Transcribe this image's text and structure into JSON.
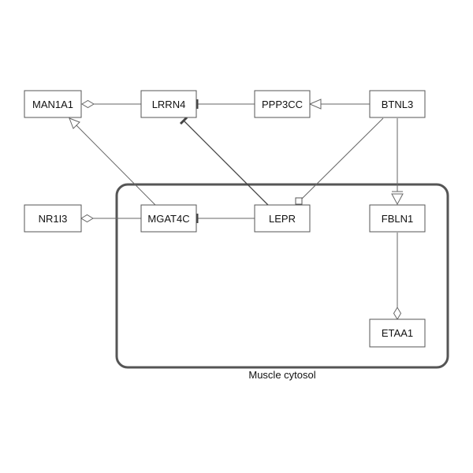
{
  "compartment": {
    "label": "Muscle cytosol"
  },
  "nodes": {
    "man1a1": "MAN1A1",
    "lrrn4": "LRRN4",
    "ppp3cc": "PPP3CC",
    "btnl3": "BTNL3",
    "nr1i3": "NR1I3",
    "mgat4c": "MGAT4C",
    "lepr": "LEPR",
    "fbln1": "FBLN1",
    "etaa1": "ETAA1"
  },
  "edges": [
    {
      "from": "LRRN4",
      "to": "MAN1A1",
      "head": "open-diamond"
    },
    {
      "from": "PPP3CC",
      "to": "LRRN4",
      "head": "tee"
    },
    {
      "from": "BTNL3",
      "to": "PPP3CC",
      "head": "open-arrow"
    },
    {
      "from": "MGAT4C",
      "to": "MAN1A1",
      "head": "open-arrow"
    },
    {
      "from": "LEPR",
      "to": "LRRN4",
      "head": "tee"
    },
    {
      "from": "BTNL3",
      "to": "LEPR",
      "head": "open-square"
    },
    {
      "from": "BTNL3",
      "to": "FBLN1",
      "head": "open-arrow-bar"
    },
    {
      "from": "MGAT4C",
      "to": "NR1I3",
      "head": "open-diamond"
    },
    {
      "from": "LEPR",
      "to": "MGAT4C",
      "head": "tee"
    },
    {
      "from": "FBLN1",
      "to": "ETAA1",
      "head": "open-diamond"
    }
  ],
  "colors": {
    "stroke": "#555555",
    "background": "#ffffff"
  }
}
